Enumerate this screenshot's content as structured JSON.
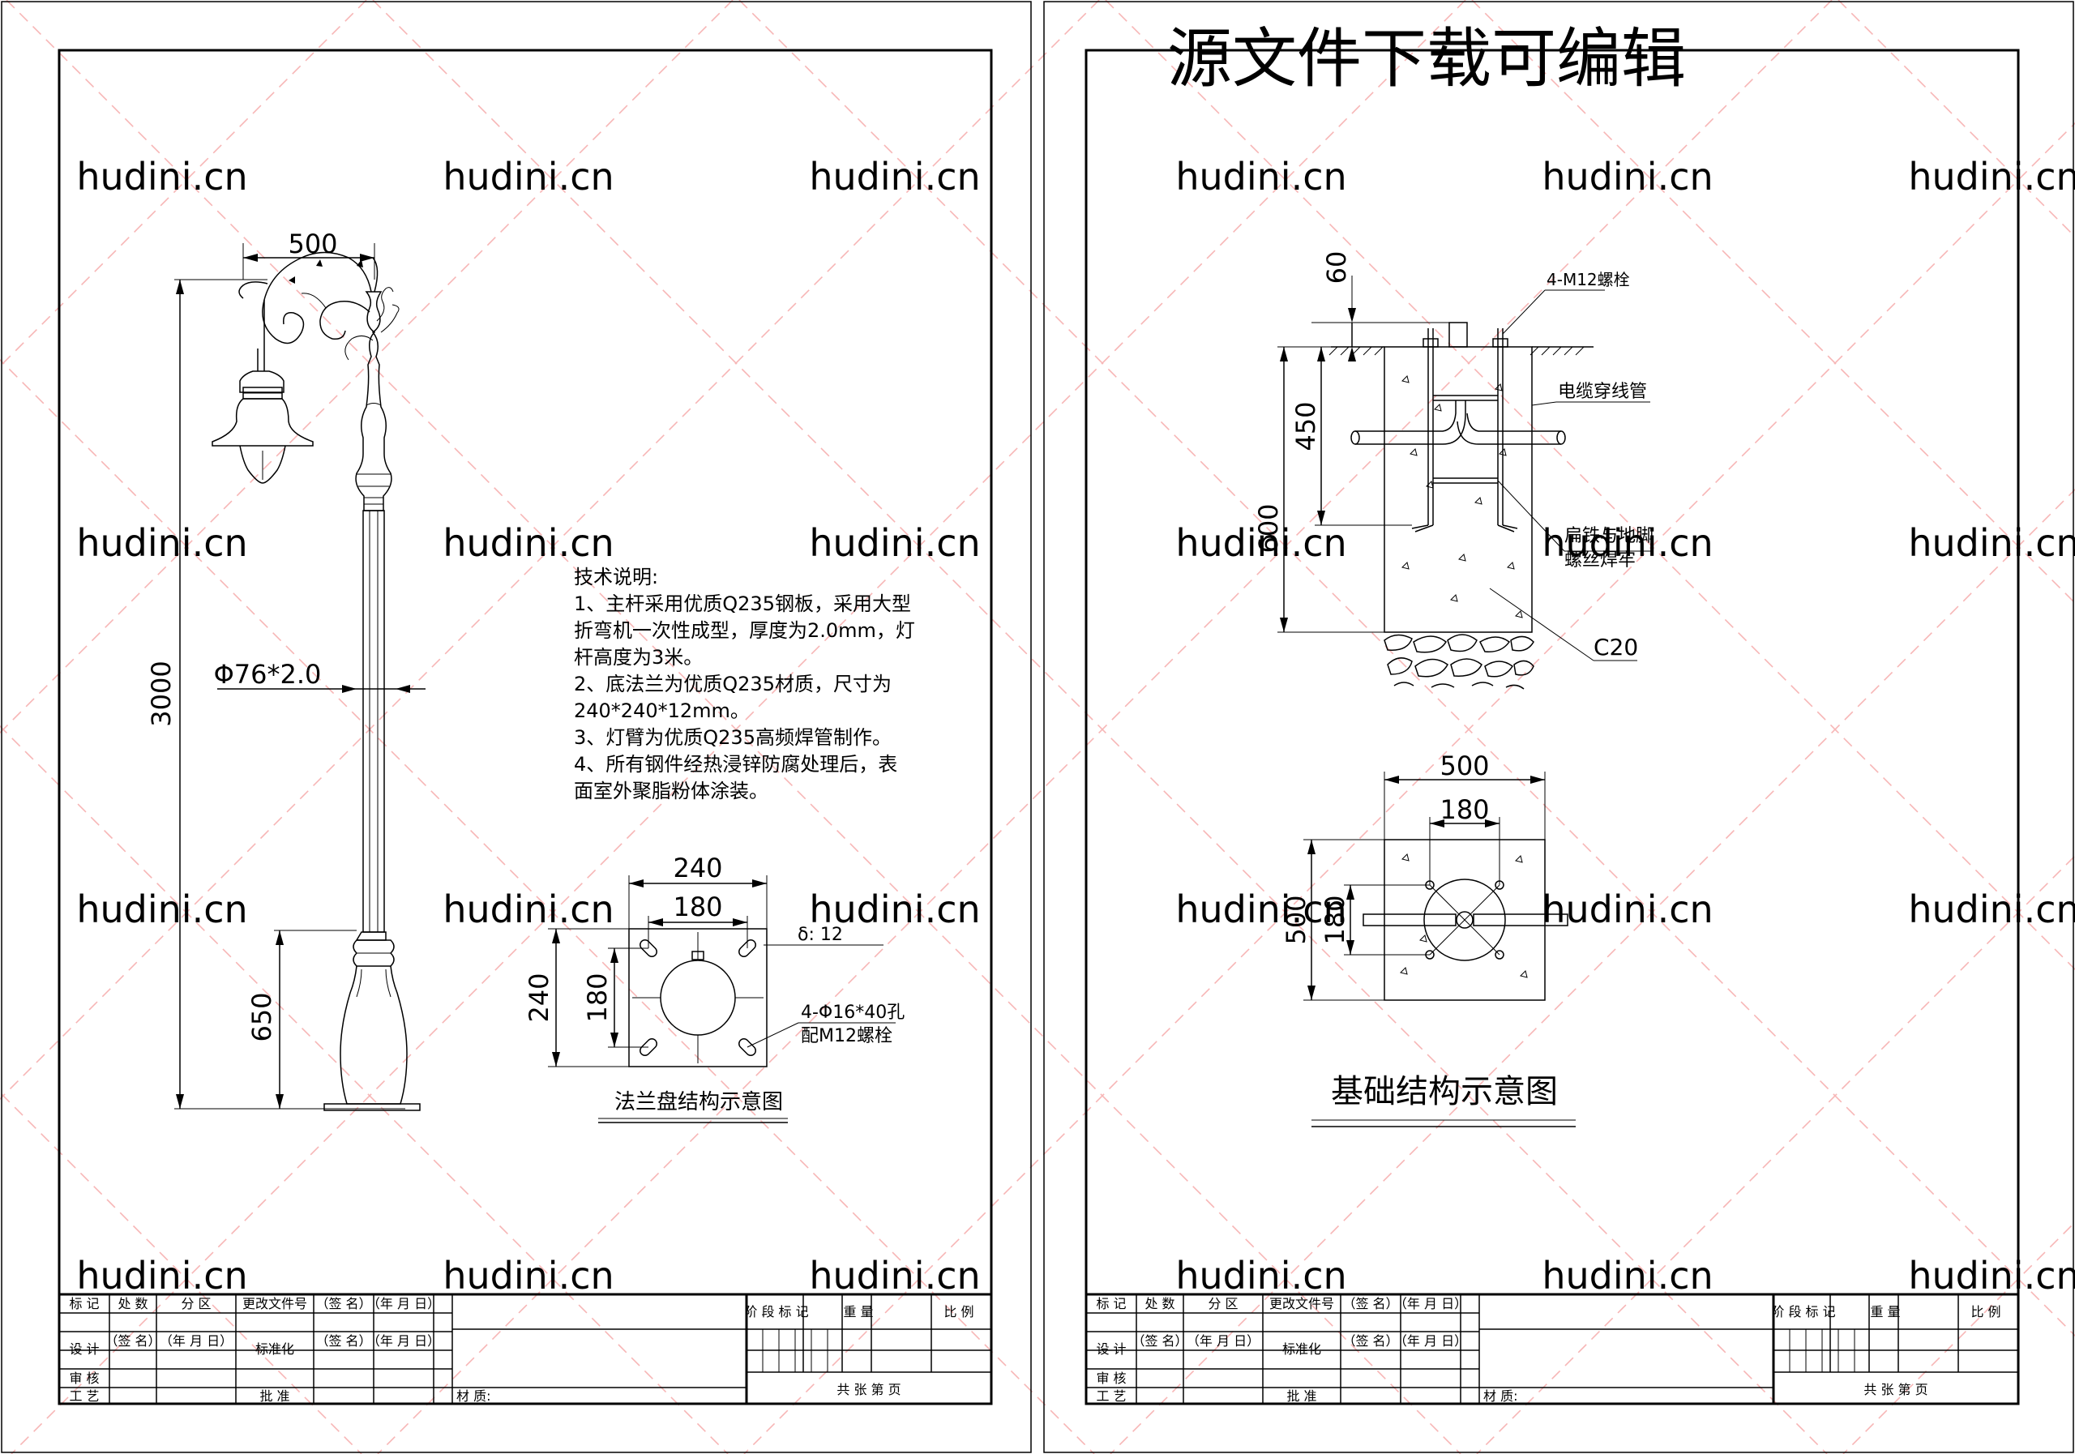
{
  "watermark": {
    "site": "hudini.cn",
    "banner": "源文件下载可编辑",
    "color": "#f4a6a6"
  },
  "left": {
    "dims": {
      "top_width": "500",
      "height_total": "3000",
      "base_height": "650",
      "pole_diameter": "Φ76*2.0"
    },
    "notes": {
      "title": "技术说明:",
      "lines": [
        "1、主杆采用优质Q235钢板，采用大型",
        "折弯机一次性成型，厚度为2.0mm，灯",
        "杆高度为3米。",
        "2、底法兰为优质Q235材质，尺寸为",
        "240*240*12mm。",
        "3、灯臂为优质Q235高频焊管制作。",
        "4、所有钢件经热浸锌防腐处理后，表",
        "面室外聚脂粉体涂装。"
      ]
    },
    "flange": {
      "outer_w": "240",
      "inner_w": "180",
      "outer_h": "240",
      "inner_h": "180",
      "thickness": "δ: 12",
      "holes": "4-Φ16*40孔",
      "bolts": "配M12螺栓",
      "caption": "法兰盘结构示意图"
    }
  },
  "right": {
    "section": {
      "d60": "60",
      "d450": "450",
      "d600": "600",
      "bolt_label": "4-M12螺栓",
      "cable_label": "电缆穿线管",
      "weld_label_1": "扁铁与地脚",
      "weld_label_2": "螺丝焊牢",
      "concrete": "C20"
    },
    "plan": {
      "outer_w": "500",
      "inner_w": "180",
      "outer_h": "500",
      "inner_h": "180"
    },
    "caption": "基础结构示意图"
  },
  "title_block": {
    "row1": [
      "标 记",
      "处 数",
      "分 区",
      "更改文件号",
      "（签 名）",
      "（年 月 日）"
    ],
    "design": "设 计",
    "sign": "（签 名）",
    "date": "（年 月 日）",
    "standard": "标准化",
    "review": "审 核",
    "process": "工 艺",
    "approve": "批 准",
    "material": "材 质:",
    "stage": "阶 段 标 记",
    "weight": "重 量",
    "scale": "比 例",
    "sheets": "共    张    第    页"
  }
}
